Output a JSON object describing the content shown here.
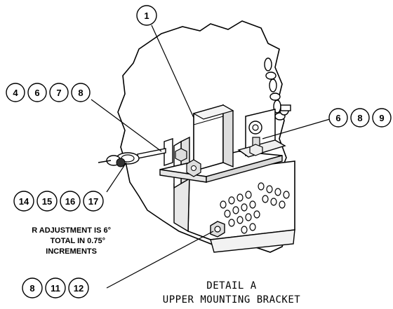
{
  "callouts": {
    "c1": [
      "1"
    ],
    "c2": [
      "4",
      "6",
      "7",
      "8"
    ],
    "c3": [
      "6",
      "8",
      "9"
    ],
    "c4": [
      "14",
      "15",
      "16",
      "17"
    ],
    "c5": [
      "8",
      "11",
      "12"
    ]
  },
  "note": {
    "line1": "R ADJUSTMENT IS 6°",
    "line2": "TOTAL IN 0.75°",
    "line3": "INCREMENTS"
  },
  "caption": {
    "line1": "DETAIL A",
    "line2": "UPPER MOUNTING BRACKET"
  }
}
